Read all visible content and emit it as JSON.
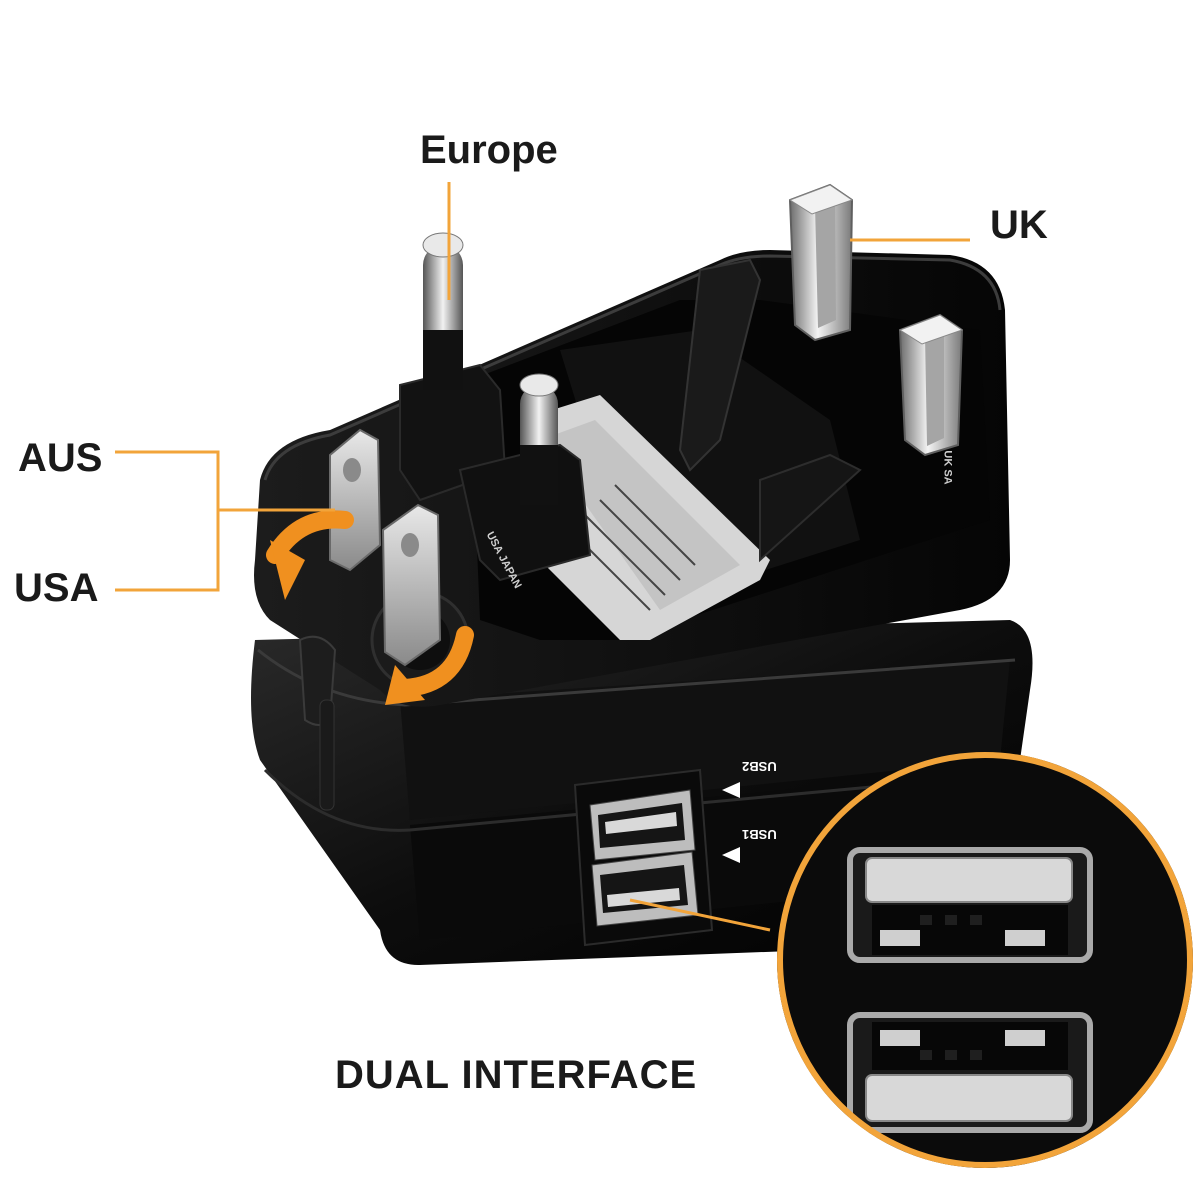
{
  "callouts": {
    "europe": "Europe",
    "uk": "UK",
    "aus": "AUS",
    "usa": "USA",
    "dual_interface": "DUAL INTERFACE"
  },
  "device_text": {
    "usb2": "USB2",
    "usb1": "USB1",
    "uk_side": "UK SA",
    "usa_side": "USA JAPAN"
  },
  "colors": {
    "accent_orange": "#f2a43a",
    "arrow_orange": "#f0901f",
    "body_black": "#0b0b0b",
    "pin_silver": "#c9c9c9"
  }
}
